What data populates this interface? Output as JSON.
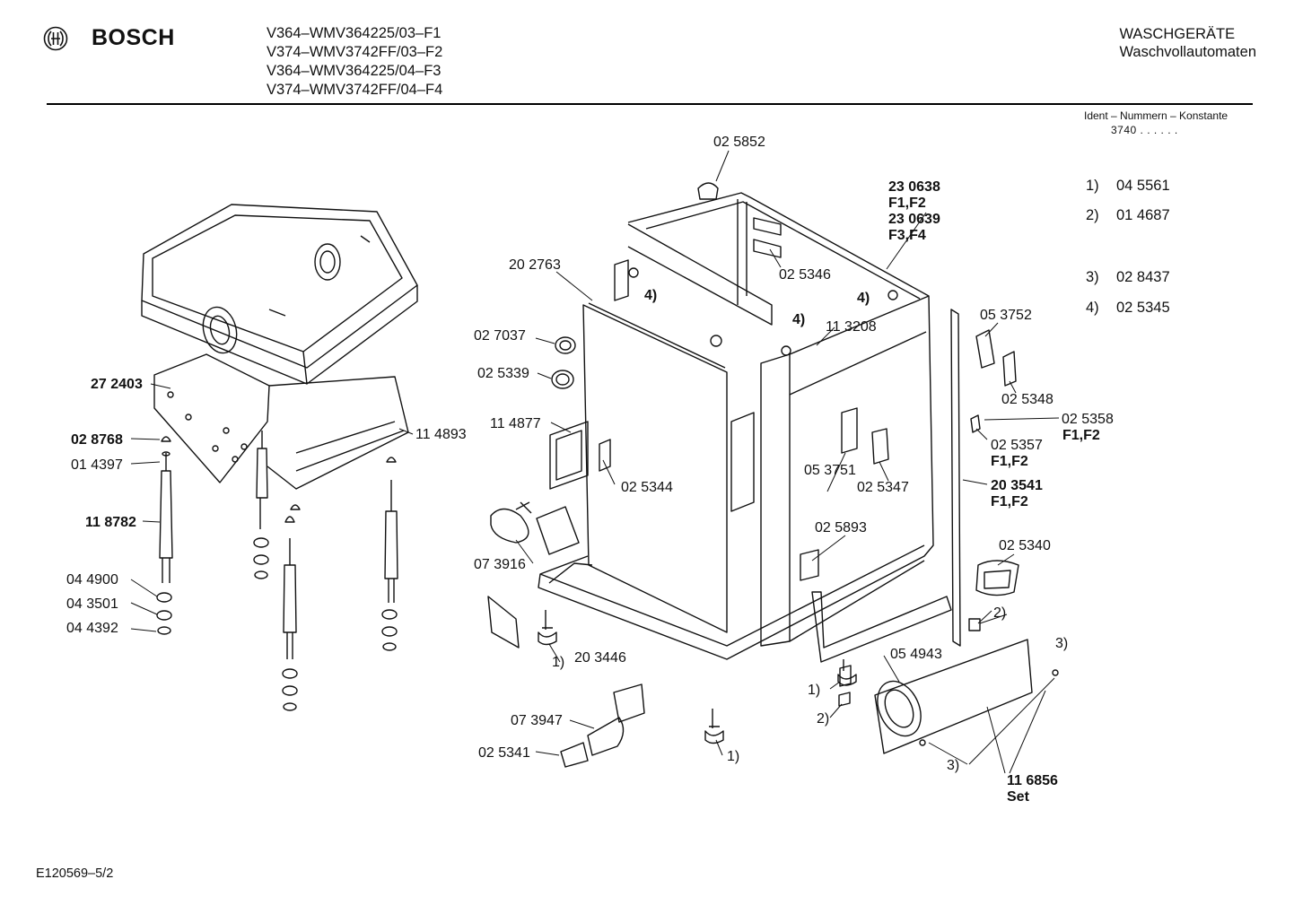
{
  "header": {
    "brand": "BOSCH",
    "models": [
      "V364–WMV364225/03–F1",
      "V374–WMV3742FF/03–F2",
      "V364–WMV364225/04–F3",
      "V374–WMV3742FF/04–F4"
    ],
    "category": [
      "WASCHGERÄTE",
      "Waschvollautomaten"
    ]
  },
  "ident": {
    "label": "Ident – Nummern – Konstante",
    "value": "3740 . . . . . ."
  },
  "ref_list": [
    {
      "key": "1)",
      "value": "04 5561"
    },
    {
      "key": "2)",
      "value": "01 4687"
    },
    {
      "key": "3)",
      "value": "02 8437"
    },
    {
      "key": "4)",
      "value": "02 5345"
    }
  ],
  "labels": {
    "l025852": "02 5852",
    "l230638": "23 0638",
    "lF1F2a": "F1,F2",
    "l230639": "23 0639",
    "lF3F4": "F3,F4",
    "l202763": "20 2763",
    "l025346": "02 5346",
    "l4a": "4)",
    "l4b": "4)",
    "l4c": "4)",
    "l027037": "02 7037",
    "l025339": "02 5339",
    "l113208": "11 3208",
    "l053752": "05 3752",
    "l272403": "27 2403",
    "l025348": "02 5348",
    "l114877": "11 4877",
    "l025358": "02 5358",
    "lF1F2b": "F1,F2",
    "l025357": "02 5357",
    "lF1F2c": "F1,F2",
    "l028768": "02 8768",
    "l114893": "11 4893",
    "l014397": "01 4397",
    "l053751": "05 3751",
    "l025344": "02 5344",
    "l025347": "02 5347",
    "l203541": "20 3541",
    "lF1F2d": "F1,F2",
    "l118782": "11 8782",
    "l025893": "02 5893",
    "l025340": "02 5340",
    "l073916": "07 3916",
    "l044900": "04 4900",
    "l043501": "04 3501",
    "l044392": "04 4392",
    "l2a": "2)",
    "l3a": "3)",
    "l054943": "05 4943",
    "l1a": "1)",
    "l203446": "20 3446",
    "l1b": "1)",
    "l2b": "2)",
    "l073947": "07 3947",
    "l025341": "02 5341",
    "l1c": "1)",
    "l3b": "3)",
    "l116856": "11 6856",
    "lSet": "Set"
  },
  "footer": {
    "code": "E120569–5/2"
  }
}
